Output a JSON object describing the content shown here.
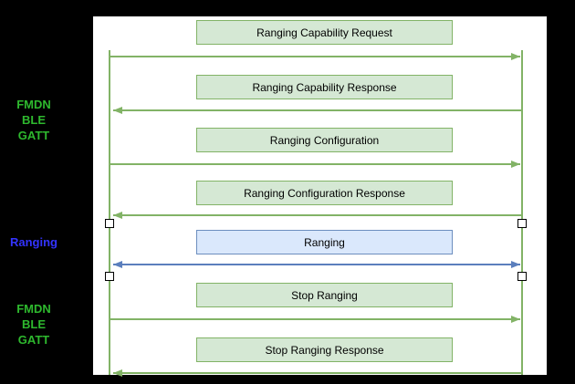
{
  "diagram": {
    "type": "sequence-diagram",
    "side_labels": [
      {
        "text": "FMDN\nBLE\nGATT",
        "color": "#2eb82e"
      },
      {
        "text": "Ranging",
        "color": "#3333ff"
      },
      {
        "text": "FMDN\nBLE\nGATT",
        "color": "#2eb82e"
      }
    ],
    "messages": [
      {
        "label": "Ranging Capability Request",
        "direction": "right",
        "style": "green"
      },
      {
        "label": "Ranging Capability Response",
        "direction": "left",
        "style": "green"
      },
      {
        "label": "Ranging Configuration",
        "direction": "right",
        "style": "green"
      },
      {
        "label": "Ranging Configuration Response",
        "direction": "left",
        "style": "green"
      },
      {
        "label": "Ranging",
        "direction": "both",
        "style": "blue"
      },
      {
        "label": "Stop Ranging",
        "direction": "right",
        "style": "green"
      },
      {
        "label": "Stop Ranging Response",
        "direction": "left",
        "style": "green"
      }
    ],
    "colors": {
      "background": "#000000",
      "canvas": "#ffffff",
      "green_box_fill": "#d5e8d4",
      "green_box_stroke": "#82b366",
      "blue_box_fill": "#dae8fc",
      "blue_box_stroke": "#6c8ebf",
      "green_arrow": "#82b366",
      "blue_arrow": "#5b7fbd",
      "lifeline": "#82b366",
      "endpoint_marker_fill": "#ffffff",
      "endpoint_marker_stroke": "#000000"
    }
  }
}
